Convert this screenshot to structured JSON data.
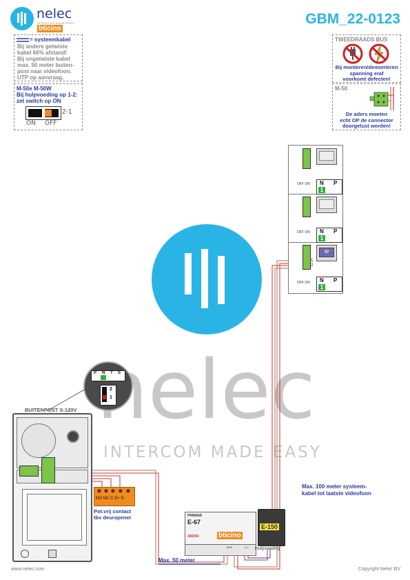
{
  "header": {
    "brand": "nelec",
    "brand_tagline": "INTERCOM MADE EASY",
    "sub_brand": "bticino",
    "doc_code": "GBM_22-0123"
  },
  "cable_note": {
    "title": "= systeemkabel",
    "lines": [
      "Bij andere getwiste",
      "kabel 66% afstand!",
      "Bij ongetwiste kabel",
      "max. 50 meter buiten-",
      "post naar videofoon.",
      "UTP op aanvraag."
    ]
  },
  "switch_note": {
    "title": "M-50e  M-50W",
    "line1": "Bij hulpvoeding op 1-2:",
    "line2": "zet switch op ON",
    "switch_label": "2-1",
    "on_label": "ON",
    "off_label": "OFF"
  },
  "bus_note": {
    "title": "TWEEDRAADS BUS",
    "warning": [
      "Bij monteren/demonteren",
      "spanning eraf",
      "voorkomt defecten!"
    ]
  },
  "m50_note": {
    "title": "M-50",
    "lines": [
      "De aders moeten",
      "echt OP de connector",
      "doorgelust worden!"
    ]
  },
  "watermark": {
    "word": "nelec",
    "tagline": "INTERCOM MADE EASY"
  },
  "outdoor": {
    "title": "BUITENPOST S-120V",
    "terminals": [
      "NO",
      "NC",
      "C",
      "S+",
      "S-"
    ],
    "contact_note": [
      "Pot.vrij contact",
      "tbv deuropener"
    ],
    "zoom_terminals": [
      "P",
      "N",
      "T",
      "S"
    ],
    "zoom_switch": [
      "2",
      "1"
    ]
  },
  "monitors": [
    {
      "switch": "OFF ON",
      "n": "N",
      "p": "P",
      "num": "1",
      "screen": ""
    },
    {
      "switch": "OFF ON",
      "n": "N",
      "p": "P",
      "num": "1",
      "screen": ""
    },
    {
      "switch": "OFF ON",
      "n": "N",
      "p": "P",
      "num": "1",
      "screen": "W"
    }
  ],
  "terminal_labels": [
    "1",
    "2"
  ],
  "e67": {
    "brand": "PRIMAIR",
    "model": "E-67",
    "part": "346050",
    "logo": "bticino",
    "bus_label": "BUS",
    "power_label": "2-1"
  },
  "e150": {
    "model": "E-150",
    "label": "Hulpvoeding"
  },
  "notes": {
    "max50": "Max. 50 meter",
    "max100": [
      "Max. 100 meter systeem-",
      "kabel tot laatste videofoon"
    ]
  },
  "footer": {
    "left": "www.nelec.com",
    "right": "Copyright Nelec BV"
  },
  "colors": {
    "accent": "#2b3a9a",
    "cyan": "#2ab4e6",
    "wire_red": "#d03030",
    "wire_brown": "#b07050",
    "wire_blue": "#3040a0"
  }
}
